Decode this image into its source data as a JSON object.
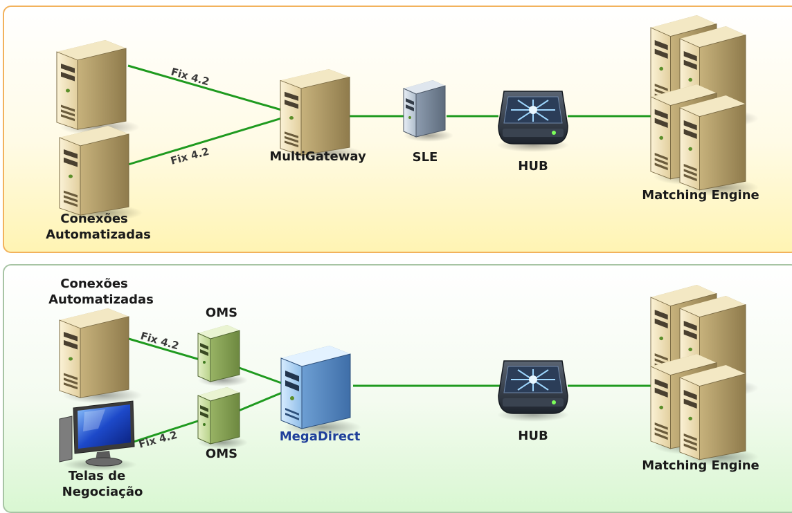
{
  "top": {
    "client_label_line1": "Conexões",
    "client_label_line2": "Automatizadas",
    "fix_upper": "Fix 4.2",
    "fix_lower": "Fix 4.2",
    "gateway_label": "MultiGateway",
    "sle_label": "SLE",
    "hub_label": "HUB",
    "engine_label": "Matching Engine"
  },
  "bottom": {
    "client_label_line1": "Conexões",
    "client_label_line2": "Automatizadas",
    "oms_upper_label": "OMS",
    "oms_lower_label": "OMS",
    "fix_upper": "Fix 4.2",
    "fix_lower": "Fix 4.2",
    "screens_label_line1": "Telas de",
    "screens_label_line2": "Negociação",
    "gateway_label": "MegaDirect",
    "hub_label": "HUB",
    "engine_label": "Matching Engine"
  },
  "colors": {
    "link": "#1f9a1f",
    "top_border": "#f2b25c",
    "bottom_border": "#a7c4a4",
    "megadirect_text": "#1f3f9a"
  }
}
